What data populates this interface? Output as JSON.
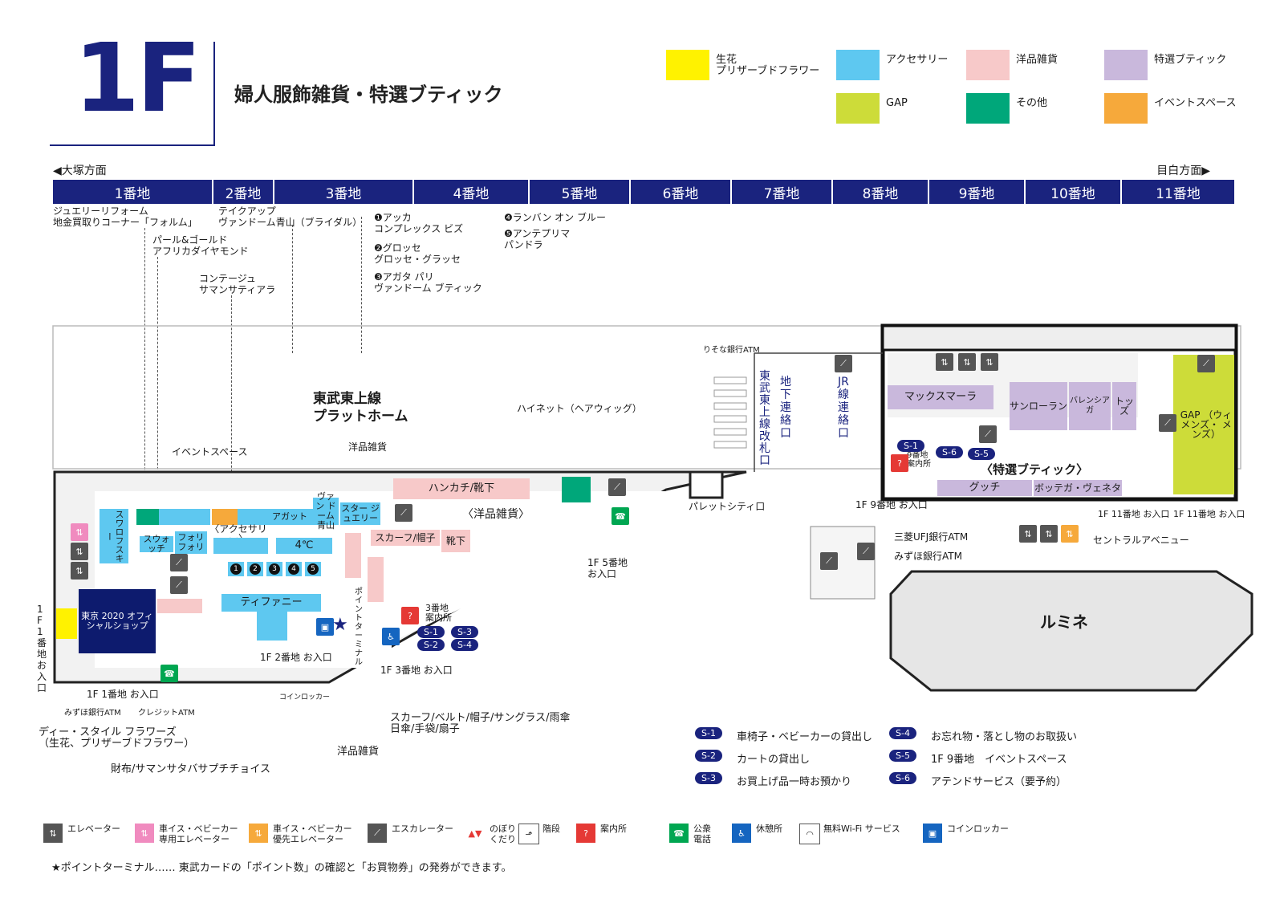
{
  "header": {
    "floor": "1F",
    "title": "婦人服飾雑貨・特選ブティック"
  },
  "legend": {
    "items": [
      {
        "label": "生花\nプリザーブドフラワー",
        "color": "#fff200"
      },
      {
        "label": "アクセサリー",
        "color": "#5ec8f0"
      },
      {
        "label": "洋品雑貨",
        "color": "#f7c9c9"
      },
      {
        "label": "特選ブティック",
        "color": "#c9b8dc"
      },
      {
        "label": "GAP",
        "color": "#cddc39"
      },
      {
        "label": "その他",
        "color": "#00a77a"
      },
      {
        "label": "イベントスペース",
        "color": "#f6a93b"
      }
    ]
  },
  "direction": {
    "left": "◀大塚方面",
    "right": "目白方面▶"
  },
  "addresses": [
    "1番地",
    "2番地",
    "3番地",
    "4番地",
    "5番地",
    "6番地",
    "7番地",
    "8番地",
    "9番地",
    "10番地",
    "11番地"
  ],
  "top_notes": {
    "n1": "ジュエリーリフォーム\n地金買取りコーナー「フォルム」",
    "n2": "テイクアップ\nヴァンドーム青山（ブライダル）",
    "n3": "❶アッカ\nコンプレックス ビズ",
    "n4": "❷グロッセ\nグロッセ・グラッセ",
    "n5": "❸アガタ パリ\nヴァンドーム ブティック",
    "n6": "❹ランバン オン ブルー",
    "n7": "❺アンテプリマ\nパンドラ",
    "n8": "パール&ゴールド\nアフリカダイヤモンド",
    "n9": "コンテージュ\nサマンサティアラ"
  },
  "map_labels": {
    "platform": "東武東上線\nプラットホーム",
    "hainet": "ハイネット（ヘアウィッグ）",
    "event_space": "イベントスペース",
    "yohin_zakka_top": "洋品雑貨",
    "resona_atm": "りそな銀行ATM",
    "tobu_gate": "東武東上線改札口",
    "chika_renraku": "地下連絡口",
    "jr_renraku": "JR線連絡口",
    "palette_city": "パレットシティ口",
    "mufg_atm": "三菱UFJ銀行ATM",
    "mizuho_atm_r": "みずほ銀行ATM",
    "central_avenue": "セントラルアベニュー",
    "lumine": "ルミネ",
    "entrance_1": "1F 1番地 お入口",
    "entrance_1v": "1F1番地お入口",
    "entrance_2": "1F 2番地 お入口",
    "entrance_3": "1F 3番地 お入口",
    "entrance_5": "1F 5番地\nお入口",
    "entrance_9": "1F 9番地 お入口",
    "entrance_11a": "1F 11番地 お入口",
    "entrance_11b": "1F 11番地 お入口",
    "mizuho_atm_l": "みずほ銀行ATM",
    "credit_atm": "クレジットATM",
    "coin_locker": "コインロッカー",
    "info_3": "3番地\n案内所",
    "info_9": "9番地\n案内所",
    "point_terminal": "ポイントターミナル"
  },
  "stores": {
    "swarovski": "スワロフスキー",
    "swatch": "スウォッチ",
    "folli": "フォリ\nフォリ",
    "agatto": "アガット",
    "vendome": "ヴァン\nドーム\n青山",
    "star_jewelry": "スター\nジュエリー",
    "accessory_zone": "〈アクセサリー〉",
    "c4": "4℃",
    "tiffany": "ティファニー",
    "tokyo2020": "東京 2020\nオフィシャルショップ",
    "hankachi": "ハンカチ/靴下",
    "yohin_zone": "〈洋品雑貨〉",
    "scarf": "スカーフ/帽子",
    "kutsushita": "靴下",
    "max_mara": "マックスマーラ",
    "saint_laurent": "サンローラン",
    "balenciaga": "バレンシアガ",
    "tods": "トッズ",
    "gap": "GAP\n（ウィメンズ・\nメンズ）",
    "gucci": "グッチ",
    "bottega": "ボッテガ・ヴェネタ",
    "tokusen_zone": "〈特選ブティック〉",
    "num1": "1",
    "num2": "2",
    "num3": "3",
    "num4": "4",
    "num5": "5"
  },
  "bottom_notes": {
    "d_style": "ディー・スタイル フラワーズ\n（生花、プリザーブドフラワー）",
    "saifu": "財布/サマンサタバサプチチョイス",
    "scarf_list": "スカーフ/ベルト/帽子/サングラス/雨傘\n日傘/手袋/扇子",
    "yohin_bottom": "洋品雑貨"
  },
  "services": [
    {
      "code": "S-1",
      "label": "車椅子・ベビーカーの貸出し"
    },
    {
      "code": "S-2",
      "label": "カートの貸出し"
    },
    {
      "code": "S-3",
      "label": "お買上げ品一時お預かり"
    },
    {
      "code": "S-4",
      "label": "お忘れ物・落とし物のお取扱い"
    },
    {
      "code": "S-5",
      "label": "1F 9番地　イベントスペース"
    },
    {
      "code": "S-6",
      "label": "アテンドサービス（要予約）"
    }
  ],
  "map_service_badges": [
    "S-1",
    "S-3",
    "S-2",
    "S-4",
    "S-1",
    "S-6",
    "S-5"
  ],
  "icon_legend": [
    {
      "label": "エレベーター",
      "icon": "elevator-icon",
      "color": "#555555"
    },
    {
      "label": "車イス・ベビーカー\n専用エレベーター",
      "icon": "wheelchair-elevator-icon",
      "color": "#f08bbf"
    },
    {
      "label": "車イス・ベビーカー\n優先エレベーター",
      "icon": "priority-elevator-icon",
      "color": "#f6a93b"
    },
    {
      "label": "エスカレーター",
      "icon": "escalator-icon",
      "color": "#555555"
    },
    {
      "label": "のぼり\nくだり",
      "icon": "up-down-icon",
      "color": "#e53935"
    },
    {
      "label": "階段",
      "icon": "stairs-icon",
      "color": "#ffffff"
    },
    {
      "label": "案内所",
      "icon": "info-icon",
      "color": "#e53935"
    },
    {
      "label": "公衆\n電話",
      "icon": "phone-icon",
      "color": "#00a651"
    },
    {
      "label": "休憩所",
      "icon": "rest-icon",
      "color": "#1565c0"
    },
    {
      "label": "無料Wi-Fi サービス",
      "icon": "wifi-icon",
      "color": "#ffffff"
    },
    {
      "label": "コインロッカー",
      "icon": "coin-locker-icon",
      "color": "#1565c0"
    }
  ],
  "footer": "★ポイントターミナル…… 東武カードの「ポイント数」の確認と「お買物券」の発券ができます。"
}
